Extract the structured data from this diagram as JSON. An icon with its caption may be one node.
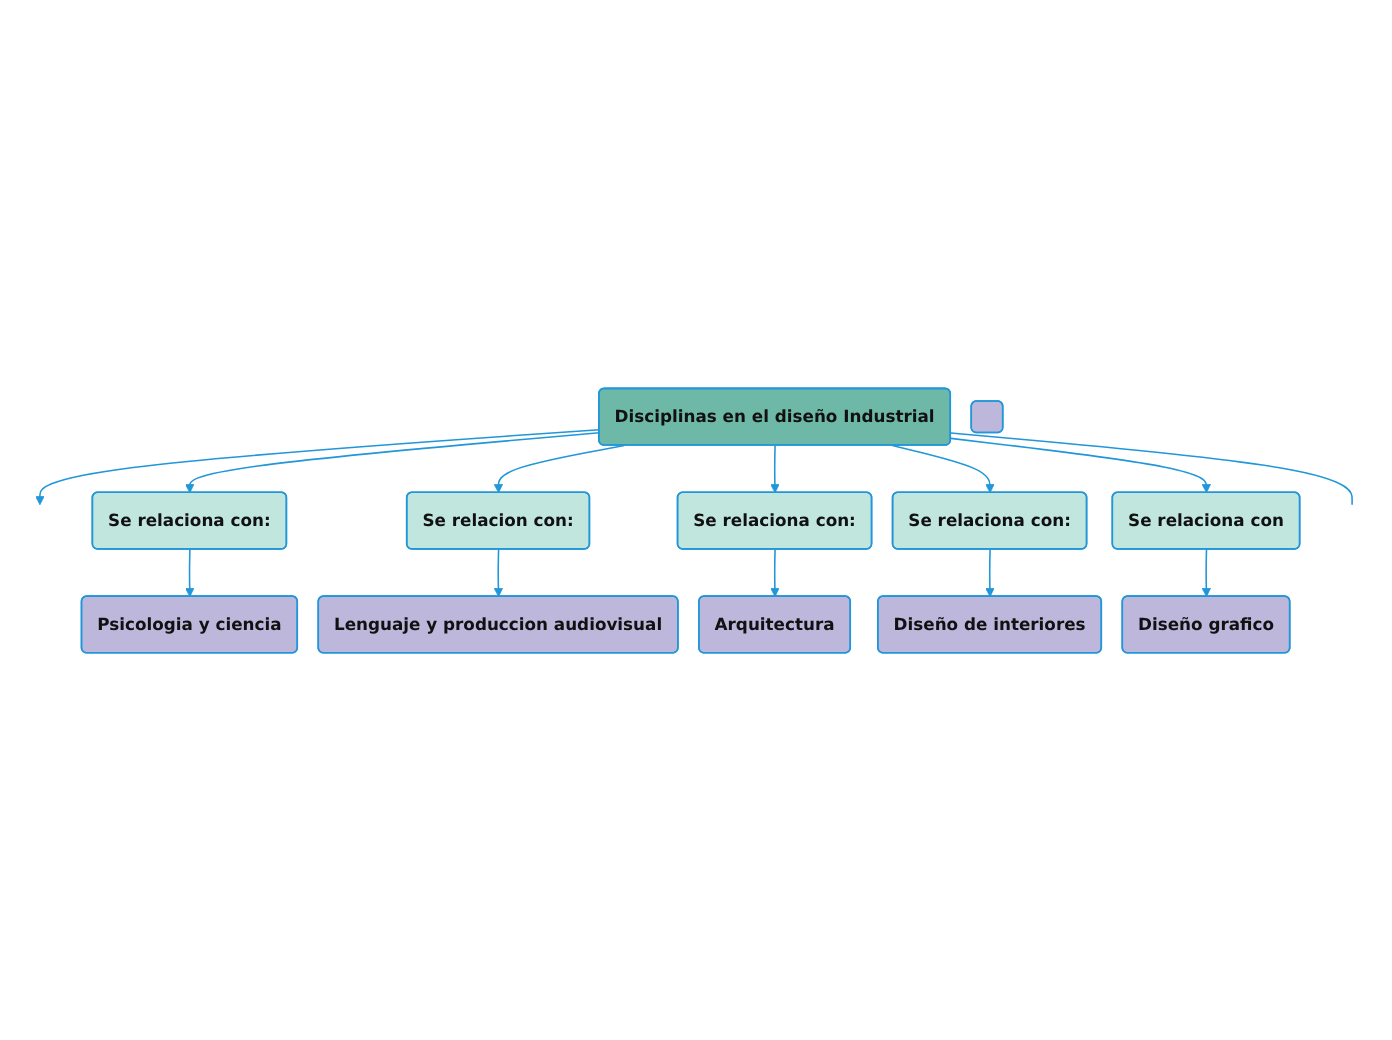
{
  "diagram": {
    "nodes": [
      {
        "text": [
          "Disciplinas en el diseño Industrial"
        ]
      },
      {
        "text": [
          "Se relaciona con:"
        ]
      },
      {
        "text": [
          "Se relacion con:"
        ]
      },
      {
        "text": [
          "Se relaciona con:"
        ]
      },
      {
        "text": [
          "Se relaciona con:"
        ]
      },
      {
        "text": [
          "Se relaciona con"
        ]
      },
      {
        "text": [],
        "shape": "box"
      },
      {
        "text": [
          "Psicologia y ciencia"
        ]
      },
      {
        "text": [
          "Lenguaje y produccion audiovisual"
        ]
      },
      {
        "text": [
          "Arquitectura"
        ]
      },
      {
        "text": [
          "Diseño de interiores"
        ]
      },
      {
        "text": [
          "Diseño grafico"
        ]
      }
    ],
    "edges": [
      {
        "from": 0,
        "to": null,
        "arrow": "to"
      },
      {
        "from": 0,
        "to": 1,
        "arrow": "to"
      },
      {
        "from": 0,
        "to": 2,
        "arrow": "to"
      },
      {
        "from": 0,
        "to": 3,
        "arrow": "to"
      },
      {
        "from": 0,
        "to": 4,
        "arrow": "to"
      },
      {
        "from": 0,
        "to": 5,
        "arrow": "to"
      },
      {
        "from": 0,
        "to": null,
        "arrow": "none"
      },
      {
        "from": 1,
        "to": 7,
        "arrow": "to"
      },
      {
        "from": 2,
        "to": 8,
        "arrow": "to"
      },
      {
        "from": 3,
        "to": 9,
        "arrow": "to"
      },
      {
        "from": 4,
        "to": 10,
        "arrow": "to"
      },
      {
        "from": 5,
        "to": 11,
        "arrow": "to"
      }
    ]
  }
}
